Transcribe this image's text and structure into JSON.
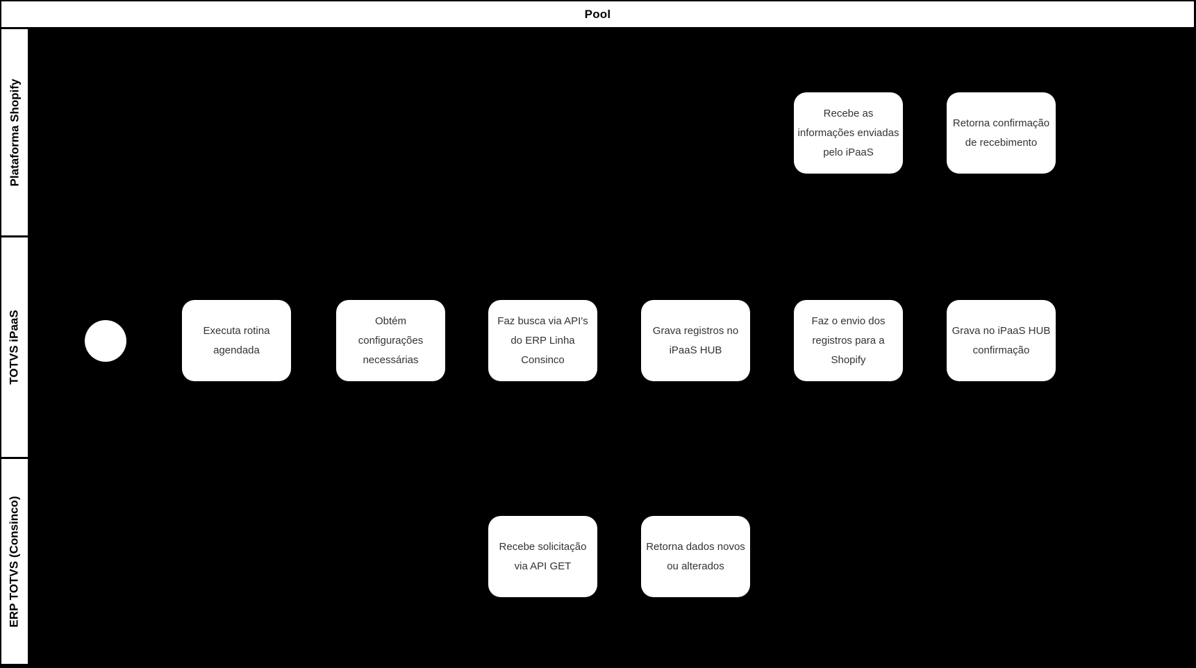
{
  "colors": {
    "background": "#000000",
    "node_fill": "#ffffff",
    "node_text": "#333333",
    "header_text": "#000000"
  },
  "pool": {
    "title": "Pool"
  },
  "lanes": [
    {
      "label": "Plataforma Shopify"
    },
    {
      "label": "TOTVS iPaaS"
    },
    {
      "label": "ERP TOTVS (Consinco)"
    }
  ],
  "start_event": {
    "type": "bpmn-start-event",
    "lane": "TOTVS iPaaS"
  },
  "tasks": [
    {
      "name": "recebe-informacoes-ipaas",
      "lane": "Plataforma Shopify",
      "lines": [
        "Recebe as",
        "informações enviadas",
        "pelo iPaaS"
      ]
    },
    {
      "name": "retorna-confirmacao-recebimento",
      "lane": "Plataforma Shopify",
      "lines": [
        "Retorna confirmação",
        "de recebimento"
      ]
    },
    {
      "name": "executa-rotina-agendada",
      "lane": "TOTVS iPaaS",
      "lines": [
        "Executa rotina",
        "agendada"
      ]
    },
    {
      "name": "obtem-configuracoes-necessarias",
      "lane": "TOTVS iPaaS",
      "lines": [
        "Obtém",
        "configurações",
        "necessárias"
      ]
    },
    {
      "name": "faz-busca-api-erp-consinco",
      "lane": "TOTVS iPaaS",
      "lines": [
        "Faz busca via API's",
        "do ERP Linha",
        "Consinco"
      ]
    },
    {
      "name": "grava-registros-ipaas-hub",
      "lane": "TOTVS iPaaS",
      "lines": [
        "Grava registros no",
        "iPaaS HUB"
      ]
    },
    {
      "name": "faz-envio-registros-shopify",
      "lane": "TOTVS iPaaS",
      "lines": [
        "Faz o envio dos",
        "registros para a",
        "Shopify"
      ]
    },
    {
      "name": "grava-ipaas-hub-confirmacao",
      "lane": "TOTVS iPaaS",
      "lines": [
        "Grava no iPaaS HUB",
        "confirmação"
      ]
    },
    {
      "name": "recebe-solicitacao-api-get",
      "lane": "ERP TOTVS (Consinco)",
      "lines": [
        "Recebe solicitação",
        "via API GET"
      ]
    },
    {
      "name": "retorna-dados-novos-alterados",
      "lane": "ERP TOTVS (Consinco)",
      "lines": [
        "Retorna dados novos",
        "ou alterados"
      ]
    }
  ]
}
